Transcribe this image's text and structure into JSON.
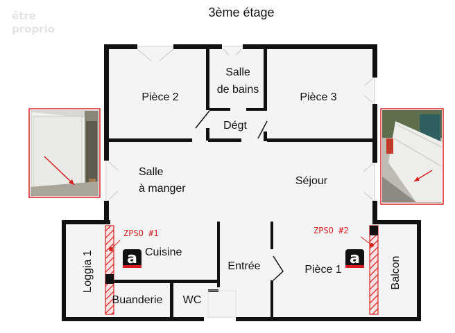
{
  "title": "3ème étage",
  "watermark": {
    "line1": "être",
    "line2": "proprio"
  },
  "rooms": {
    "piece2": "Pièce 2",
    "salle_de_bains_1": "Salle",
    "salle_de_bains_2": "de bains",
    "piece3": "Pièce 3",
    "degt": "Dégt",
    "salle_a_manger_1": "Salle",
    "salle_a_manger_2": "à manger",
    "sejour": "Séjour",
    "cuisine": "Cuisine",
    "loggia": "Loggia 1",
    "entree": "Entrée",
    "piece1": "Pièce 1",
    "balcon": "Balcon",
    "buanderie": "Buanderie",
    "wc": "WC"
  },
  "zones": [
    {
      "label": "ZPSO #1",
      "marker": "a"
    },
    {
      "label": "ZPSO #2",
      "marker": "a"
    }
  ],
  "colors": {
    "wall": "#111111",
    "floor": "#f4f4f4",
    "zone_red": "#d62020",
    "marker_bg": "#111111",
    "marker_underline": "#d62020"
  }
}
